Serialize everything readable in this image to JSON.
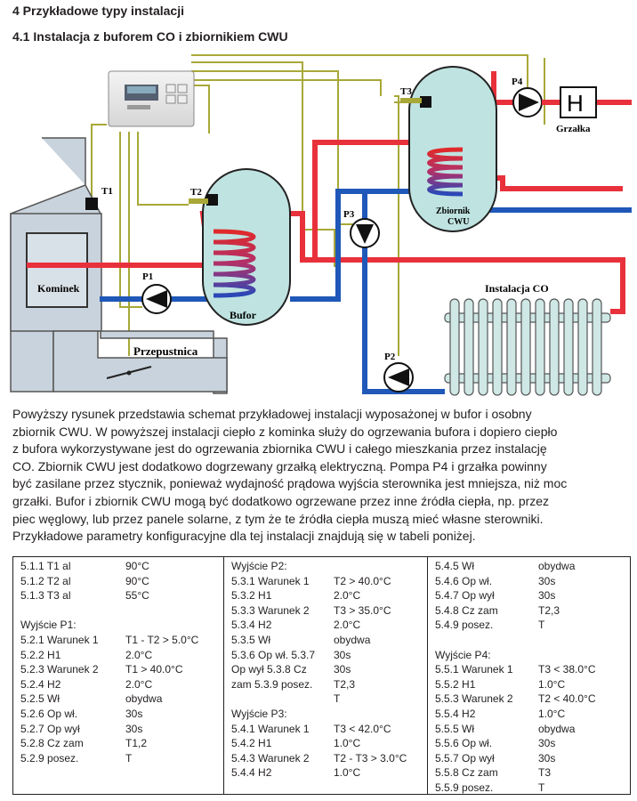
{
  "headings": {
    "section": "4  Przykładowe typy instalacji",
    "subsection": "4.1 Instalacja z buforem CO i zbiornikiem CWU"
  },
  "diagram": {
    "labels": {
      "kominek": "Kominek",
      "t1": "T1",
      "t2": "T2",
      "t3": "T3",
      "p1": "P1",
      "p2": "P2",
      "p3": "P3",
      "p4": "P4",
      "bufor": "Bufor",
      "zbiornik_line1": "Zbiornik",
      "zbiornik_line2": "CWU",
      "grzalka": "Grzałka",
      "grzalka_symbol": "H",
      "instalacja_co": "Instalacja CO",
      "przepustnica": "Przepustnica"
    },
    "colors": {
      "hot_pipe": "#e8313b",
      "cold_pipe": "#1f58b8",
      "control_wire": "#a8a838",
      "tank_fill": "#bfe3e1",
      "radiator_fill": "#cfe8e6",
      "fireplace_fill": "#c9d3dd"
    }
  },
  "paragraph": [
    "Powyższy rysunek przedstawia schemat przykładowej instalacji wyposażonej w bufor i osobny",
    "zbiornik CWU. W powyższej instalacji ciepło z kominka służy do ogrzewania bufora i dopiero ciepło",
    "z bufora wykorzystywane jest do ogrzewania zbiornika CWU i całego mieszkania przez instalację",
    "CO. Zbiornik CWU jest dodatkowo dogrzewany grzałką elektryczną. Pompa P4 i grzałka powinny",
    "być zasilane przez stycznik, ponieważ wydajność prądowa wyjścia sterownika jest mniejsza, niż moc",
    "grzałki. Bufor i zbiornik CWU mogą być dodatkowo ogrzewane przez inne źródła ciepła, np. przez",
    "piec węglowy, lub przez panele solarne, z tym że te źródła ciepła muszą mieć własne sterowniki.",
    "Przykładowe parametry konfiguracyjne dla tej instalacji znajdują się w tabeli poniżej."
  ],
  "params": [
    [
      [
        "5.1.1 T1 al",
        "90°C"
      ],
      [
        "5.1.2 T2 al",
        "90°C"
      ],
      [
        "5.1.3 T3 al",
        "55°C"
      ],
      [
        "",
        ""
      ],
      [
        "Wyjście P1:",
        ""
      ],
      [
        "5.2.1 Warunek 1",
        "T1 - T2 > 5.0°C"
      ],
      [
        "5.2.2 H1",
        "2.0°C"
      ],
      [
        "5.2.3 Warunek 2",
        "T1 > 40.0°C"
      ],
      [
        "5.2.4 H2",
        "2.0°C"
      ],
      [
        "5.2.5 Wł",
        "obydwa"
      ],
      [
        "5.2.6 Op wł.",
        "30s"
      ],
      [
        "5.2.7 Op wył",
        "30s"
      ],
      [
        "5.2.8 Cz zam",
        "T1,2"
      ],
      [
        "5.2.9 posez.",
        "T"
      ]
    ],
    [
      [
        "Wyjście P2:",
        ""
      ],
      [
        "5.3.1 Warunek 1",
        "T2 > 40.0°C"
      ],
      [
        "5.3.2 H1",
        "2.0°C"
      ],
      [
        "5.3.3 Warunek 2",
        "T3 > 35.0°C"
      ],
      [
        "5.3.4 H2",
        "2.0°C"
      ],
      [
        "5.3.5 Wł",
        "obydwa"
      ],
      [
        "5.3.6 Op wł. 5.3.7",
        "30s"
      ],
      [
        "Op wył 5.3.8 Cz",
        "30s"
      ],
      [
        "zam 5.3.9 posez.",
        "T2,3"
      ],
      [
        "",
        "T"
      ],
      [
        "Wyjście P3:",
        ""
      ],
      [
        "5.4.1 Warunek 1",
        "T3 < 42.0°C"
      ],
      [
        "5.4.2 H1",
        "1.0°C"
      ],
      [
        "5.4.3 Warunek 2",
        "T2 - T3 > 3.0°C"
      ],
      [
        "5.4.4 H2",
        "1.0°C"
      ]
    ],
    [
      [
        "5.4.5 Wł",
        "obydwa"
      ],
      [
        "5.4.6 Op wł.",
        "30s"
      ],
      [
        "5.4.7 Op wył",
        "30s"
      ],
      [
        "5.4.8 Cz zam",
        "T2,3"
      ],
      [
        "5.4.9 posez.",
        "T"
      ],
      [
        "",
        ""
      ],
      [
        "Wyjście P4:",
        ""
      ],
      [
        "5.5.1 Warunek 1",
        "T3 < 38.0°C"
      ],
      [
        "5.5.2 H1",
        "1.0°C"
      ],
      [
        "5.5.3 Warunek 2",
        "T2 < 40.0°C"
      ],
      [
        "5.5.4 H2",
        "1.0°C"
      ],
      [
        "5.5.5 Wł",
        "obydwa"
      ],
      [
        "5.5.6 Op wł.",
        "30s"
      ],
      [
        "5.5.7 Op wył",
        "30s"
      ],
      [
        "5.5.8 Cz zam",
        "T3"
      ],
      [
        "5.5.9 posez.",
        "T"
      ]
    ]
  ]
}
